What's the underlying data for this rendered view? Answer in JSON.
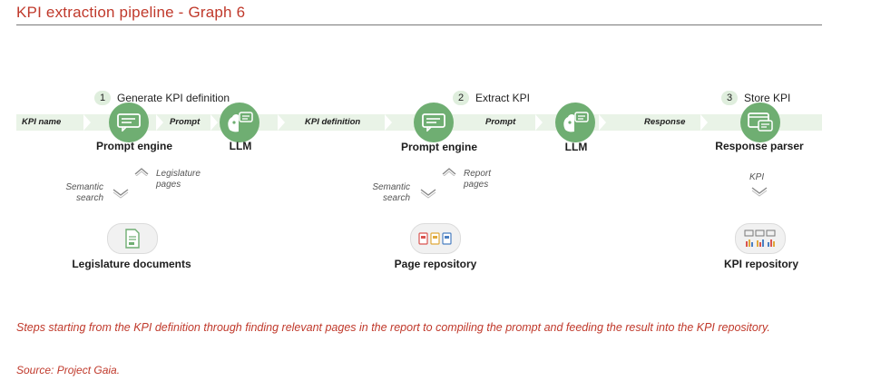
{
  "title": "KPI extraction pipeline - Graph 6",
  "steps": [
    {
      "num": "1",
      "label": "Generate KPI definition"
    },
    {
      "num": "2",
      "label": "Extract KPI"
    },
    {
      "num": "3",
      "label": "Store KPI"
    }
  ],
  "flow_labels": {
    "kpi_name": "KPI name",
    "prompt_1": "Prompt",
    "kpi_definition": "KPI definition",
    "prompt_2": "Prompt",
    "response": "Response"
  },
  "nodes": {
    "prompt_engine_1": "Prompt engine",
    "llm_1": "LLM",
    "prompt_engine_2": "Prompt engine",
    "llm_2": "LLM",
    "response_parser": "Response parser"
  },
  "connectors": {
    "semantic_search_1": "Semantic\nsearch",
    "legislature_pages": "Legislature\npages",
    "semantic_search_2": "Semantic\nsearch",
    "report_pages": "Report\npages",
    "kpi": "KPI"
  },
  "repositories": {
    "legislature_documents": "Legislature documents",
    "page_repository": "Page repository",
    "kpi_repository": "KPI repository"
  },
  "caption": "Steps starting from the KPI definition through finding relevant pages in the report to compiling the prompt and feeding the result into the KPI repository.",
  "source": "Source: Project Gaia.",
  "colors": {
    "accent_red": "#c0392b",
    "node_green": "#6fae72",
    "band_green": "#e9f3e7",
    "step_badge": "#dfeedd"
  },
  "icons": {
    "prompt_engine": "chat-lines-icon",
    "llm": "brain-chat-icon",
    "response_parser": "window-chat-icon",
    "legislature_documents": "document-icon",
    "page_repository": "pages-icon",
    "kpi_repository": "charts-icon"
  }
}
